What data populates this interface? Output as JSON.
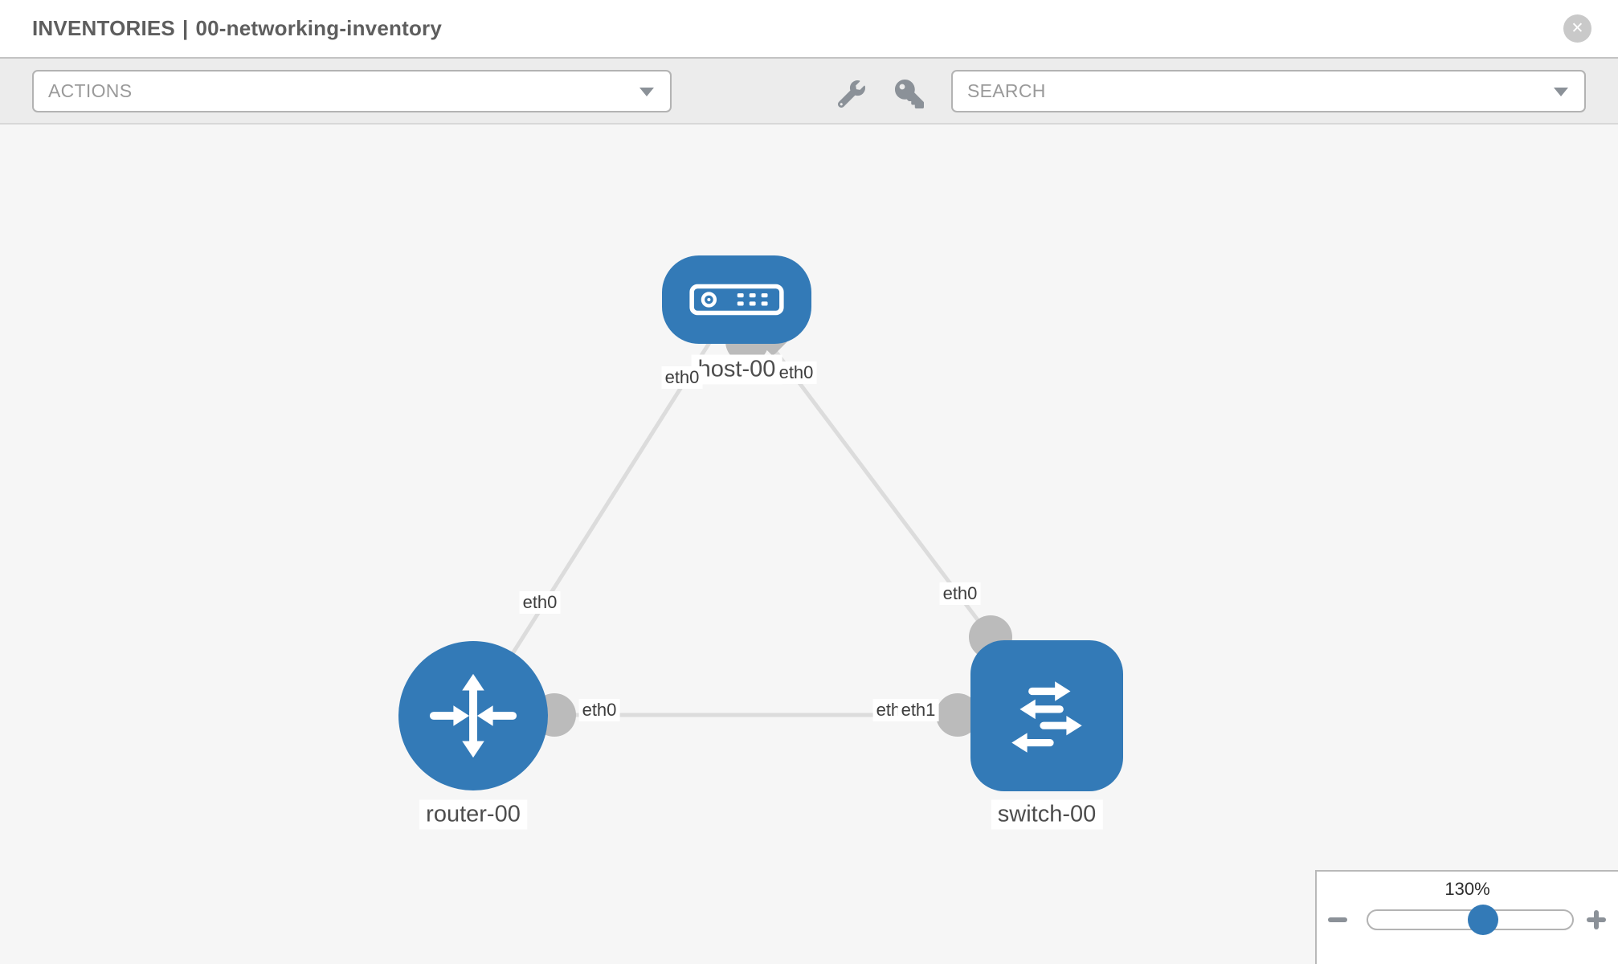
{
  "window": {
    "title_prefix": "INVENTORIES",
    "title_separator": "|",
    "inventory_name": "00-networking-inventory",
    "close_glyph": "✕"
  },
  "toolbar": {
    "actions_label": "ACTIONS",
    "search_placeholder": "SEARCH",
    "tool_icons": [
      "wrench",
      "key"
    ]
  },
  "topology": {
    "nodes": [
      {
        "id": "host-00",
        "type": "host",
        "label": "host-00"
      },
      {
        "id": "router-00",
        "type": "router",
        "label": "router-00"
      },
      {
        "id": "switch-00",
        "type": "switch",
        "label": "switch-00"
      }
    ],
    "links": [
      {
        "from": "router-00",
        "to": "host-00",
        "from_label": "eth0",
        "to_label": "eth0"
      },
      {
        "from": "host-00",
        "to": "switch-00",
        "from_label": "eth0",
        "to_label": "eth0"
      },
      {
        "from": "router-00",
        "to": "switch-00",
        "from_label": "eth0",
        "to_label_back": "eth0",
        "to_label_front": "eth1"
      }
    ]
  },
  "zoom_control": {
    "percent_label": "130%",
    "zoom_out_icon": "minus",
    "zoom_in_icon": "plus"
  },
  "colors": {
    "node_blue": "#337ab7",
    "link_gray": "#dcdcdc",
    "interface_gray": "#bbbbbb",
    "icon_gray": "#8b9198",
    "canvas_bg": "#f6f6f6",
    "toolbar_bg": "#ececec"
  }
}
